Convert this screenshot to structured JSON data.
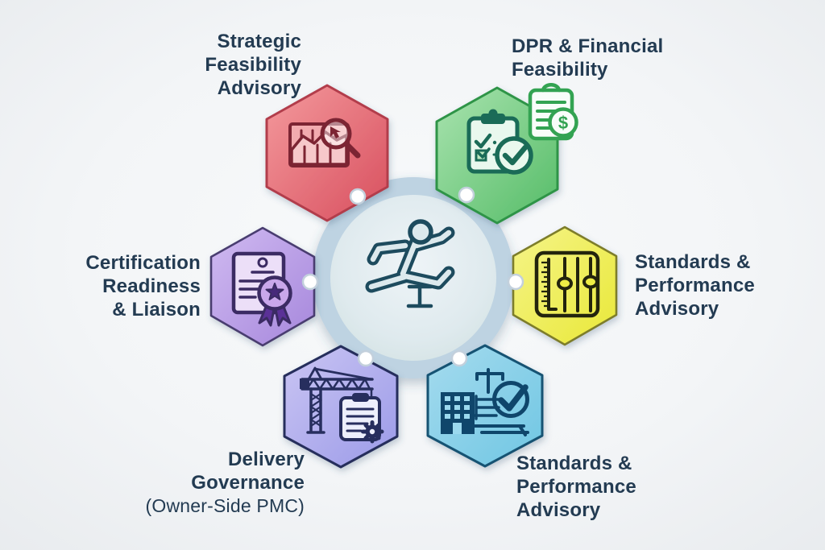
{
  "diagram": {
    "text_color": "#233b52",
    "background_color": "#f3f5f7",
    "center": {
      "icon": "hurdler-icon",
      "ring_color": "#bed3e2",
      "face_color": "#e2edf1",
      "figure_color": "#1d4b5e"
    },
    "connector_dot_color": "#ffffff",
    "nodes": [
      {
        "id": "strategic-feasibility-advisory",
        "label_lines": [
          "Strategic",
          "Feasibility",
          "Advisory"
        ],
        "fill": "#e4636c",
        "border": "#b23c4b",
        "icon": "chart-magnifier-icon"
      },
      {
        "id": "dpr-financial-feasibility",
        "label_lines": [
          "DPR & Financial",
          "Feasibility"
        ],
        "fill": "#72c97f",
        "border": "#2f9447",
        "icon": "checklist-clipboard-icon",
        "secondary_icon": "financial-document-icon",
        "secondary_icon_glyph": "$"
      },
      {
        "id": "certification-readiness-liaison",
        "label_lines": [
          "Certification",
          "Readiness",
          "& Liaison"
        ],
        "fill": "#b897e3",
        "border": "#4a3c70",
        "icon": "certificate-icon"
      },
      {
        "id": "standards-performance-advisory-right",
        "label_lines": [
          "Standards &",
          "Performance",
          "Advisory"
        ],
        "fill": "#eeee49",
        "border": "#7d7d2a",
        "icon": "sliders-icon"
      },
      {
        "id": "delivery-governance-owner-side-pmc",
        "label_lines": [
          "Delivery",
          "Governance",
          "(Owner-Side PMC)"
        ],
        "fill": "#a9a9ed",
        "border": "#252e5b",
        "icon": "crane-clipboard-icon"
      },
      {
        "id": "standards-performance-advisory-bottom",
        "label_lines": [
          "Standards &",
          "Performance",
          "Advisory"
        ],
        "fill": "#85cfe9",
        "border": "#155373",
        "icon": "building-check-icon"
      }
    ]
  }
}
